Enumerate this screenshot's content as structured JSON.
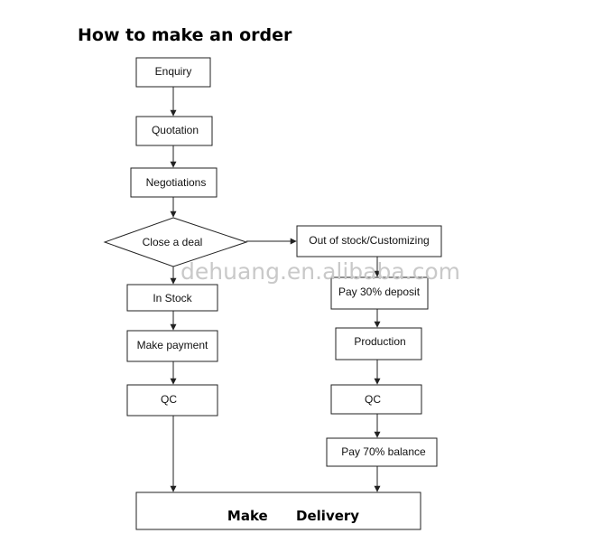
{
  "title": "How to make an order",
  "watermark": "dehuang.en.alibaba.com",
  "colors": {
    "line": "#222222",
    "text": "#111111",
    "watermark": "#c9c9c9"
  },
  "nodes": {
    "enquiry": "Enquiry",
    "quotation": "Quotation",
    "negotiations": "Negotiations",
    "close_deal": "Close a deal",
    "in_stock": "In Stock",
    "make_payment": "Make payment",
    "qc_left": "QC",
    "out_of_stock": "Out of stock/Customizing",
    "deposit": "Pay 30% deposit",
    "production": "Production",
    "qc_right": "QC",
    "balance": "Pay 70% balance",
    "delivery": "Make      Delivery"
  }
}
